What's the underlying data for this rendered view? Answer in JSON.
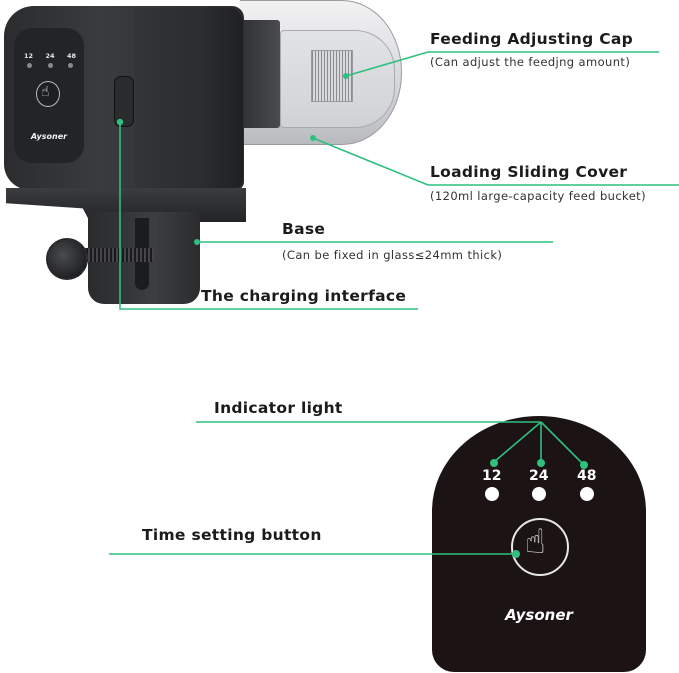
{
  "product_view": {
    "brand": "Aysoner",
    "panel_indicator_numbers": [
      "12",
      "24",
      "48"
    ]
  },
  "callouts": [
    {
      "id": "feeding-adjusting-cap",
      "title": "Feeding Adjusting Cap",
      "subtitle": "(Can adjust the feedjng amount)"
    },
    {
      "id": "loading-sliding-cover",
      "title": "Loading Sliding Cover",
      "subtitle": "(120ml large-capacity feed bucket)"
    },
    {
      "id": "base",
      "title": "Base",
      "subtitle": "(Can be fixed in glass≤24mm thick)"
    },
    {
      "id": "charging-interface",
      "title": "The charging interface"
    }
  ],
  "control_panel": {
    "brand": "Aysoner",
    "indicators": [
      {
        "label": "12"
      },
      {
        "label": "24"
      },
      {
        "label": "48"
      }
    ],
    "button_icon": "hand-pointer-icon",
    "callouts": [
      {
        "id": "indicator-light",
        "title": "Indicator light"
      },
      {
        "id": "time-setting-button",
        "title": "Time setting button"
      }
    ]
  },
  "colors": {
    "callout_line": "#2fbf7f",
    "device_body": "#2e2f31",
    "panel_background": "#1c1414",
    "text": "#1b1b1b"
  }
}
